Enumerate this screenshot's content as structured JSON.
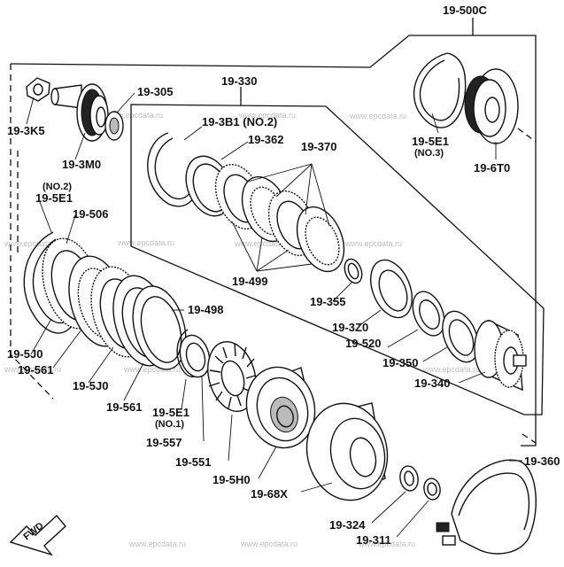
{
  "labels": {
    "assembly": "19-500C",
    "p_3k5": "19-3K5",
    "p_3m0": "19-3M0",
    "p_305": "19-305",
    "p_330": "19-330",
    "p_3b1": "19-3B1 (NO.2)",
    "p_362": "19-362",
    "p_370": "19-370",
    "p_499": "19-499",
    "p_355": "19-355",
    "p_3z0": "19-3Z0",
    "p_520": "19-520",
    "p_350": "19-350",
    "p_340": "19-340",
    "p_5e1_no3_a": "19-5E1",
    "p_5e1_no3_b": "(NO.3)",
    "p_6t0": "19-6T0",
    "p_5e1_no2_a": "(NO.2)",
    "p_5e1_no2_b": "19-5E1",
    "p_506": "19-506",
    "p_498": "19-498",
    "p_5j0_a": "19-5J0",
    "p_561_a": "19-561",
    "p_5j0_b": "19-5J0",
    "p_561_b": "19-561",
    "p_5e1_no1_a": "19-5E1",
    "p_5e1_no1_b": "(NO.1)",
    "p_557": "19-557",
    "p_551": "19-551",
    "p_5h0": "19-5H0",
    "p_68x": "19-68X",
    "p_324": "19-324",
    "p_311": "19-311",
    "p_360": "19-360",
    "fwd": "FWD"
  },
  "watermarks": [
    "www.epcdata.ru",
    "www.epcdata.ru",
    "www.epcdata.ru",
    "www.epcdata.ru",
    "www.epcdata.ru",
    "www.epcdata.ru",
    "www.epcdata.ru",
    "www.epcdata.ru",
    "www.epcdata.ru",
    "www.epcdata.ru",
    "www.epcdata.ru",
    "www.epcdata.ru",
    "www.epcdata.ru"
  ]
}
